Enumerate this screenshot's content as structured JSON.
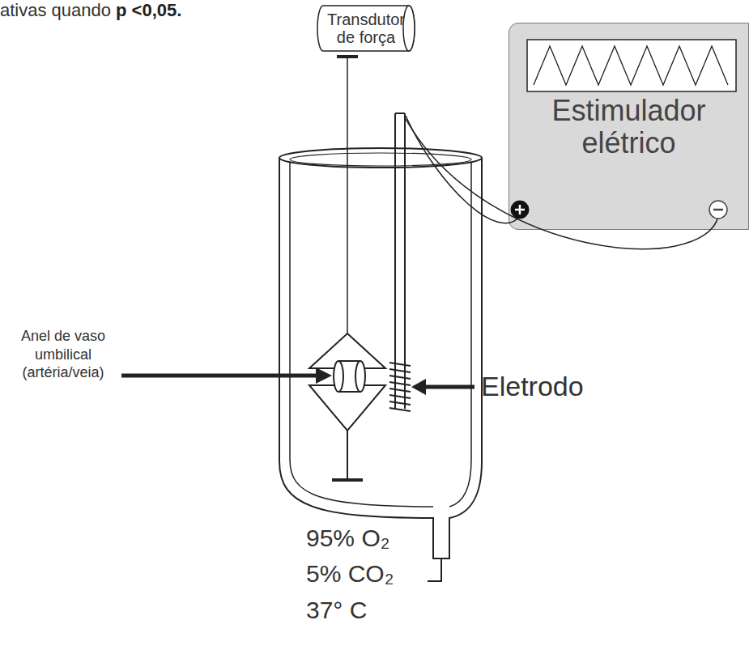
{
  "diagram": {
    "nodes": [
      {
        "text": [
          "Transdutor de força"
        ]
      },
      {
        "text": [
          "Estimulador elétrico"
        ]
      }
    ],
    "labels": [
      "ativas quando",
      "p <0,05.",
      "Anel de vaso umbilical (artéria/veia)",
      "Eletrodo",
      "95% O₂",
      "5% CO₂",
      "37° C"
    ]
  }
}
